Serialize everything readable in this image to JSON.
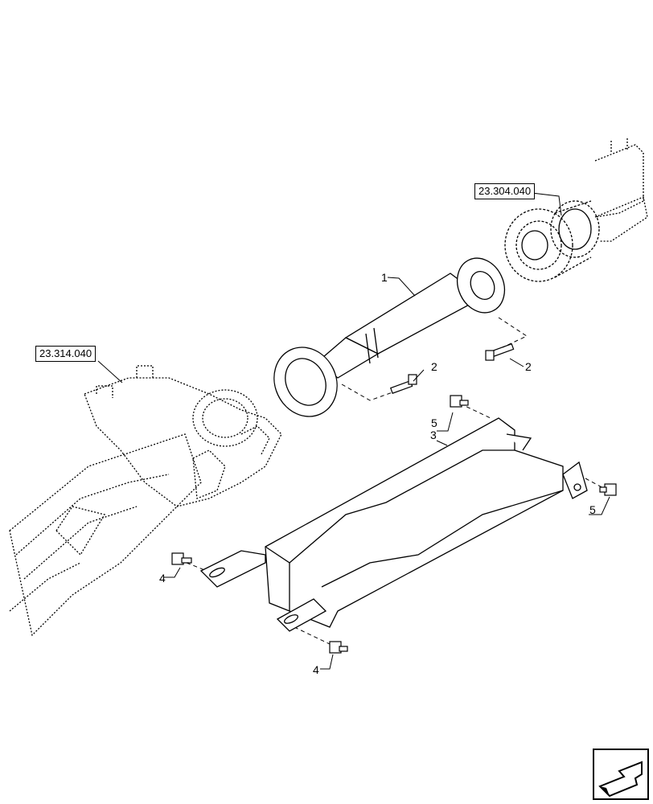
{
  "references": {
    "front": "23.304.040",
    "rear": "23.314.040"
  },
  "callouts": {
    "drive_shaft": "1",
    "bolt_left": "2",
    "bolt_right": "2",
    "guard": "3",
    "screw_left": "4",
    "screw_bottom": "4",
    "screw_top": "5",
    "screw_right": "5"
  },
  "nav_icon": "arrow-icon"
}
